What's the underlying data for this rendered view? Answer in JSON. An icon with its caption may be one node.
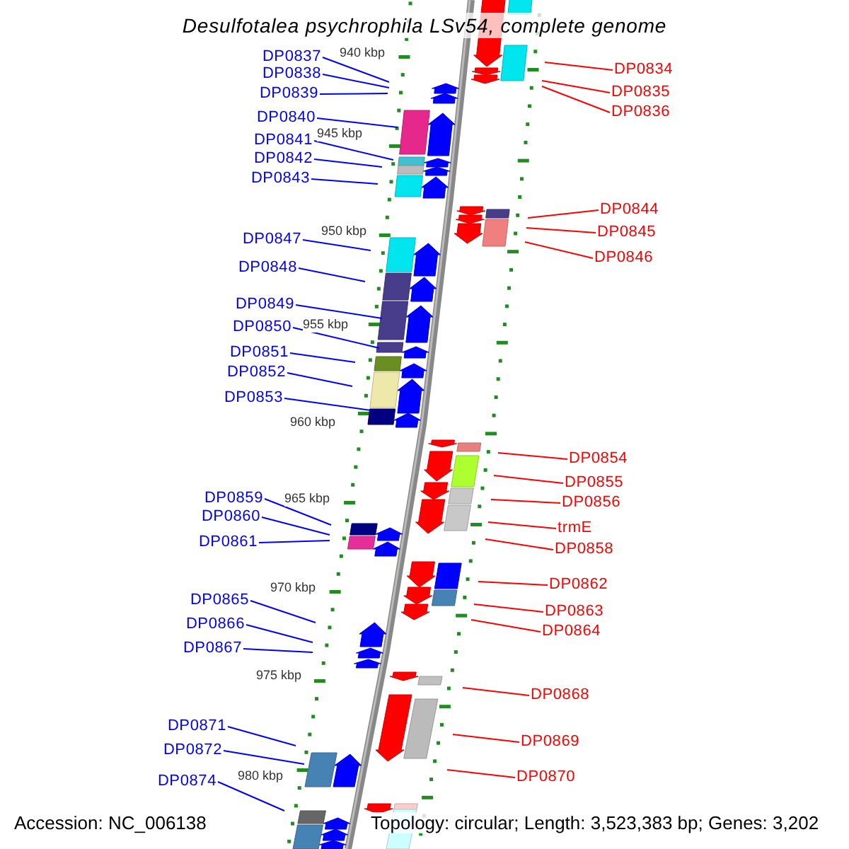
{
  "diagram": {
    "title": "Desulfotalea psychrophila LSv54, complete genome",
    "nodes": [
      {
        "text": [
          "DP0837"
        ]
      },
      {
        "text": [
          "DP0834"
        ]
      },
      {
        "text": [
          "DP0838"
        ]
      },
      {
        "text": [
          "DP0835"
        ]
      },
      {
        "text": [
          "DP0839"
        ]
      },
      {
        "text": [
          "DP0836"
        ]
      },
      {
        "text": [
          "DP0840"
        ]
      },
      {
        "text": [
          "DP0841"
        ]
      },
      {
        "text": [
          "DP0842"
        ]
      },
      {
        "text": [
          "DP0843"
        ]
      },
      {
        "text": [
          "DP0844"
        ]
      },
      {
        "text": [
          "DP0845"
        ]
      },
      {
        "text": [
          "DP0847"
        ]
      },
      {
        "text": [
          "DP0846"
        ]
      },
      {
        "text": [
          "DP0848"
        ]
      },
      {
        "text": [
          "DP0849"
        ]
      },
      {
        "text": [
          "DP0850"
        ]
      },
      {
        "text": [
          "DP0851"
        ]
      },
      {
        "text": [
          "DP0852"
        ]
      },
      {
        "text": [
          "DP0853"
        ]
      },
      {
        "text": [
          "DP0854"
        ]
      },
      {
        "text": [
          "DP0855"
        ]
      },
      {
        "text": [
          "DP0859"
        ]
      },
      {
        "text": [
          "DP0856"
        ]
      },
      {
        "text": [
          "DP0860"
        ]
      },
      {
        "text": [
          "trmE"
        ]
      },
      {
        "text": [
          "DP0861"
        ]
      },
      {
        "text": [
          "DP0858"
        ]
      },
      {
        "text": [
          "DP0862"
        ]
      },
      {
        "text": [
          "DP0865"
        ]
      },
      {
        "text": [
          "DP0863"
        ]
      },
      {
        "text": [
          "DP0866"
        ]
      },
      {
        "text": [
          "DP0864"
        ]
      },
      {
        "text": [
          "DP0867"
        ]
      },
      {
        "text": [
          "DP0868"
        ]
      },
      {
        "text": [
          "DP0871"
        ]
      },
      {
        "text": [
          "DP0869"
        ]
      },
      {
        "text": [
          "DP0872"
        ]
      },
      {
        "text": [
          "DP0870"
        ]
      },
      {
        "text": [
          "DP0874"
        ]
      }
    ],
    "edges": [
      {
        "from": 0,
        "to": null,
        "arrow": "none"
      },
      {
        "from": 1,
        "to": null,
        "arrow": "none",
        "color": "#ff0000"
      },
      {
        "from": 2,
        "to": null,
        "arrow": "none"
      },
      {
        "from": 3,
        "to": null,
        "arrow": "none",
        "color": "#ff0000"
      },
      {
        "from": 4,
        "to": null,
        "arrow": "none"
      },
      {
        "from": 5,
        "to": null,
        "arrow": "none",
        "color": "#ff0000"
      },
      {
        "from": 6,
        "to": null,
        "arrow": "none"
      },
      {
        "from": 7,
        "to": null,
        "arrow": "none"
      },
      {
        "from": 8,
        "to": null,
        "arrow": "none"
      },
      {
        "from": 9,
        "to": null,
        "arrow": "none"
      },
      {
        "from": 10,
        "to": null,
        "arrow": "none",
        "color": "#ff0000"
      },
      {
        "from": 11,
        "to": null,
        "arrow": "none",
        "color": "#ff0000"
      },
      {
        "from": 12,
        "to": null,
        "arrow": "none"
      },
      {
        "from": 13,
        "to": null,
        "arrow": "none",
        "color": "#ff0000"
      },
      {
        "from": 14,
        "to": null,
        "arrow": "none"
      },
      {
        "from": 15,
        "to": null,
        "arrow": "none"
      },
      {
        "from": 16,
        "to": null,
        "arrow": "none"
      },
      {
        "from": 17,
        "to": null,
        "arrow": "none"
      },
      {
        "from": 18,
        "to": null,
        "arrow": "none"
      },
      {
        "from": 19,
        "to": null,
        "arrow": "none"
      },
      {
        "from": 20,
        "to": null,
        "arrow": "none",
        "color": "#ff0000"
      },
      {
        "from": 21,
        "to": null,
        "arrow": "none",
        "color": "#ff0000"
      },
      {
        "from": 22,
        "to": null,
        "arrow": "none"
      },
      {
        "from": 23,
        "to": null,
        "arrow": "none",
        "color": "#ff0000"
      },
      {
        "from": 24,
        "to": null,
        "arrow": "none"
      },
      {
        "from": 25,
        "to": null,
        "arrow": "none",
        "color": "#ff0000"
      },
      {
        "from": 26,
        "to": null,
        "arrow": "none"
      },
      {
        "from": 27,
        "to": null,
        "arrow": "none",
        "color": "#ff0000"
      },
      {
        "from": 28,
        "to": null,
        "arrow": "none",
        "color": "#ff0000"
      },
      {
        "from": 29,
        "to": null,
        "arrow": "none"
      },
      {
        "from": 30,
        "to": null,
        "arrow": "none",
        "color": "#ff0000"
      },
      {
        "from": 31,
        "to": null,
        "arrow": "none"
      },
      {
        "from": 32,
        "to": null,
        "arrow": "none",
        "color": "#ff0000"
      },
      {
        "from": 33,
        "to": null,
        "arrow": "none"
      },
      {
        "from": 34,
        "to": null,
        "arrow": "none",
        "color": "#ff0000"
      },
      {
        "from": 35,
        "to": null,
        "arrow": "none"
      },
      {
        "from": 36,
        "to": null,
        "arrow": "none",
        "color": "#ff0000"
      },
      {
        "from": 37,
        "to": null,
        "arrow": "none"
      },
      {
        "from": 38,
        "to": null,
        "arrow": "none",
        "color": "#ff0000"
      },
      {
        "from": 39,
        "to": null,
        "arrow": "none"
      }
    ],
    "labels": [
      "940 kbp",
      "945 kbp",
      "950 kbp",
      "955 kbp",
      "960 kbp",
      "965 kbp",
      "970 kbp",
      "975 kbp",
      "980 kbp",
      "Accession: NC_006138",
      "Topology: circular; Length: 3,523,383 bp; Genes: 3,202"
    ]
  }
}
